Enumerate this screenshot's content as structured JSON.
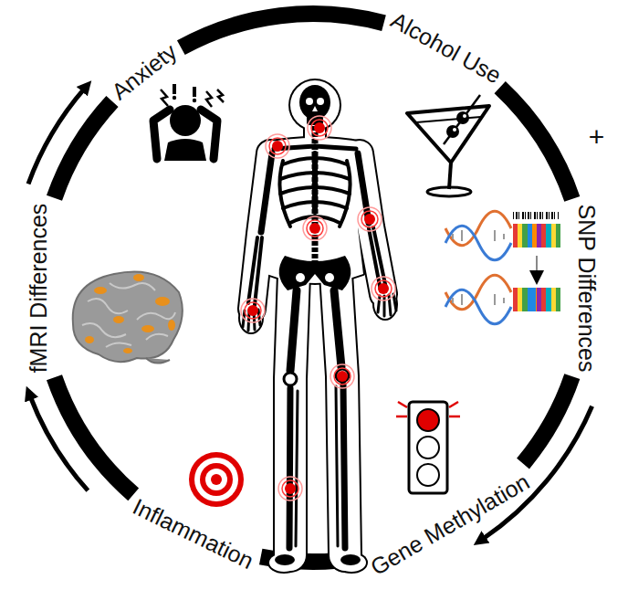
{
  "diagram": {
    "labels": [
      "Anxiety",
      "Alcohol Use",
      "+",
      "SNP Differences",
      "Gene Methylation",
      "Inflammation",
      "fMRI Differences"
    ]
  }
}
